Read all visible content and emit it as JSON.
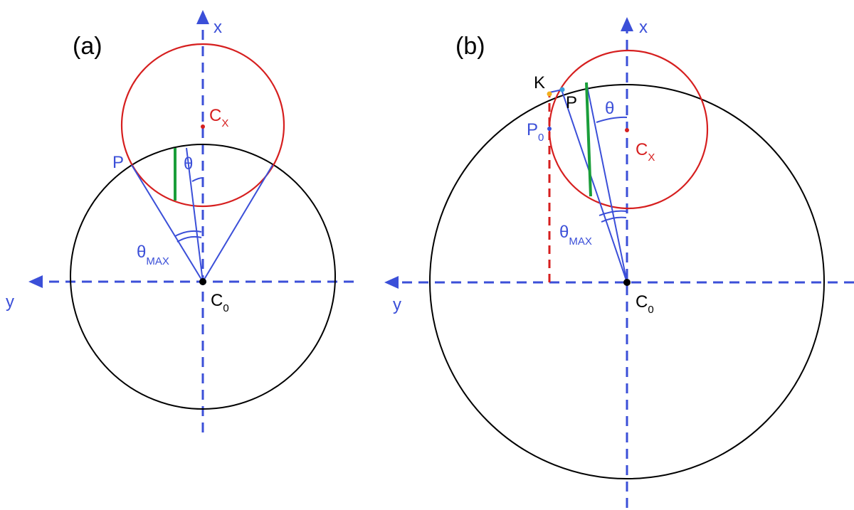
{
  "panel_a": {
    "label": "(a)",
    "axis_x": "x",
    "axis_y": "y",
    "cx_main": "C",
    "cx_sub": "X",
    "c0_main": "C",
    "c0_sub": "0",
    "p_label": "P",
    "theta": "θ",
    "theta_max_main": "θ",
    "theta_max_sub": "MAX"
  },
  "panel_b": {
    "label": "(b)",
    "axis_x": "x",
    "axis_y": "y",
    "cx_main": "C",
    "cx_sub": "X",
    "c0_main": "C",
    "c0_sub": "0",
    "p_label": "P",
    "k_label": "K",
    "p0_main": "P",
    "p0_sub": "0",
    "theta": "θ",
    "theta_max_main": "θ",
    "theta_max_sub": "MAX"
  },
  "colors": {
    "axis_blue": "#3b4fd8",
    "circle_red": "#d61f1f",
    "circle_black": "#000000",
    "chord_green": "#1a9e3a",
    "point_k_yellow": "#f2b01e"
  }
}
